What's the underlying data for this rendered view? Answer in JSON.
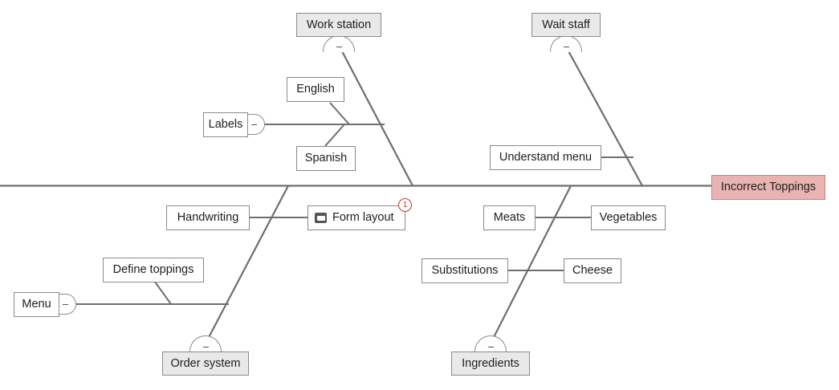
{
  "diagram": {
    "type": "fishbone-ishikawa",
    "effect": {
      "label": "Incorrect Toppings",
      "fill": "#e9b3b3",
      "border": "#c97f7f"
    },
    "colors": {
      "line": "#6e6e6e",
      "category_fill": "#e9e9e9",
      "cause_fill": "#ffffff",
      "box_border": "#8a8a8a",
      "badge": "#c0392b",
      "text": "#1d1d1d",
      "background": "#ffffff"
    },
    "categories": [
      {
        "label": "Work station",
        "position": "top-left"
      },
      {
        "label": "Wait staff",
        "position": "top-right"
      },
      {
        "label": "Order system",
        "position": "bottom-left"
      },
      {
        "label": "Ingredients",
        "position": "bottom-right"
      }
    ],
    "causes": [
      {
        "label": "English",
        "parent": "Work station"
      },
      {
        "label": "Spanish",
        "parent": "Work station"
      },
      {
        "label": "Labels",
        "parent": "Work station",
        "collapsible": true
      },
      {
        "label": "Understand menu",
        "parent": "Wait staff"
      },
      {
        "label": "Handwriting",
        "parent": "Order system"
      },
      {
        "label": "Form layout",
        "parent": "Order system",
        "icon": "note-icon",
        "badge": "1"
      },
      {
        "label": "Define toppings",
        "parent": "Order system"
      },
      {
        "label": "Menu",
        "parent": "Order system",
        "collapsible": true
      },
      {
        "label": "Meats",
        "parent": "Ingredients"
      },
      {
        "label": "Vegetables",
        "parent": "Ingredients"
      },
      {
        "label": "Substitutions",
        "parent": "Ingredients"
      },
      {
        "label": "Cheese",
        "parent": "Ingredients"
      }
    ],
    "collapse_glyph": "–"
  },
  "nodes": {
    "work_station": "Work station",
    "wait_staff": "Wait staff",
    "order_system": "Order system",
    "ingredients": "Ingredients",
    "english": "English",
    "spanish": "Spanish",
    "labels": "Labels",
    "understand_menu": "Understand menu",
    "handwriting": "Handwriting",
    "form_layout": "Form layout",
    "form_layout_badge": "1",
    "define_toppings": "Define toppings",
    "menu": "Menu",
    "meats": "Meats",
    "vegetables": "Vegetables",
    "substitutions": "Substitutions",
    "cheese": "Cheese",
    "incorrect_toppings": "Incorrect Toppings"
  }
}
